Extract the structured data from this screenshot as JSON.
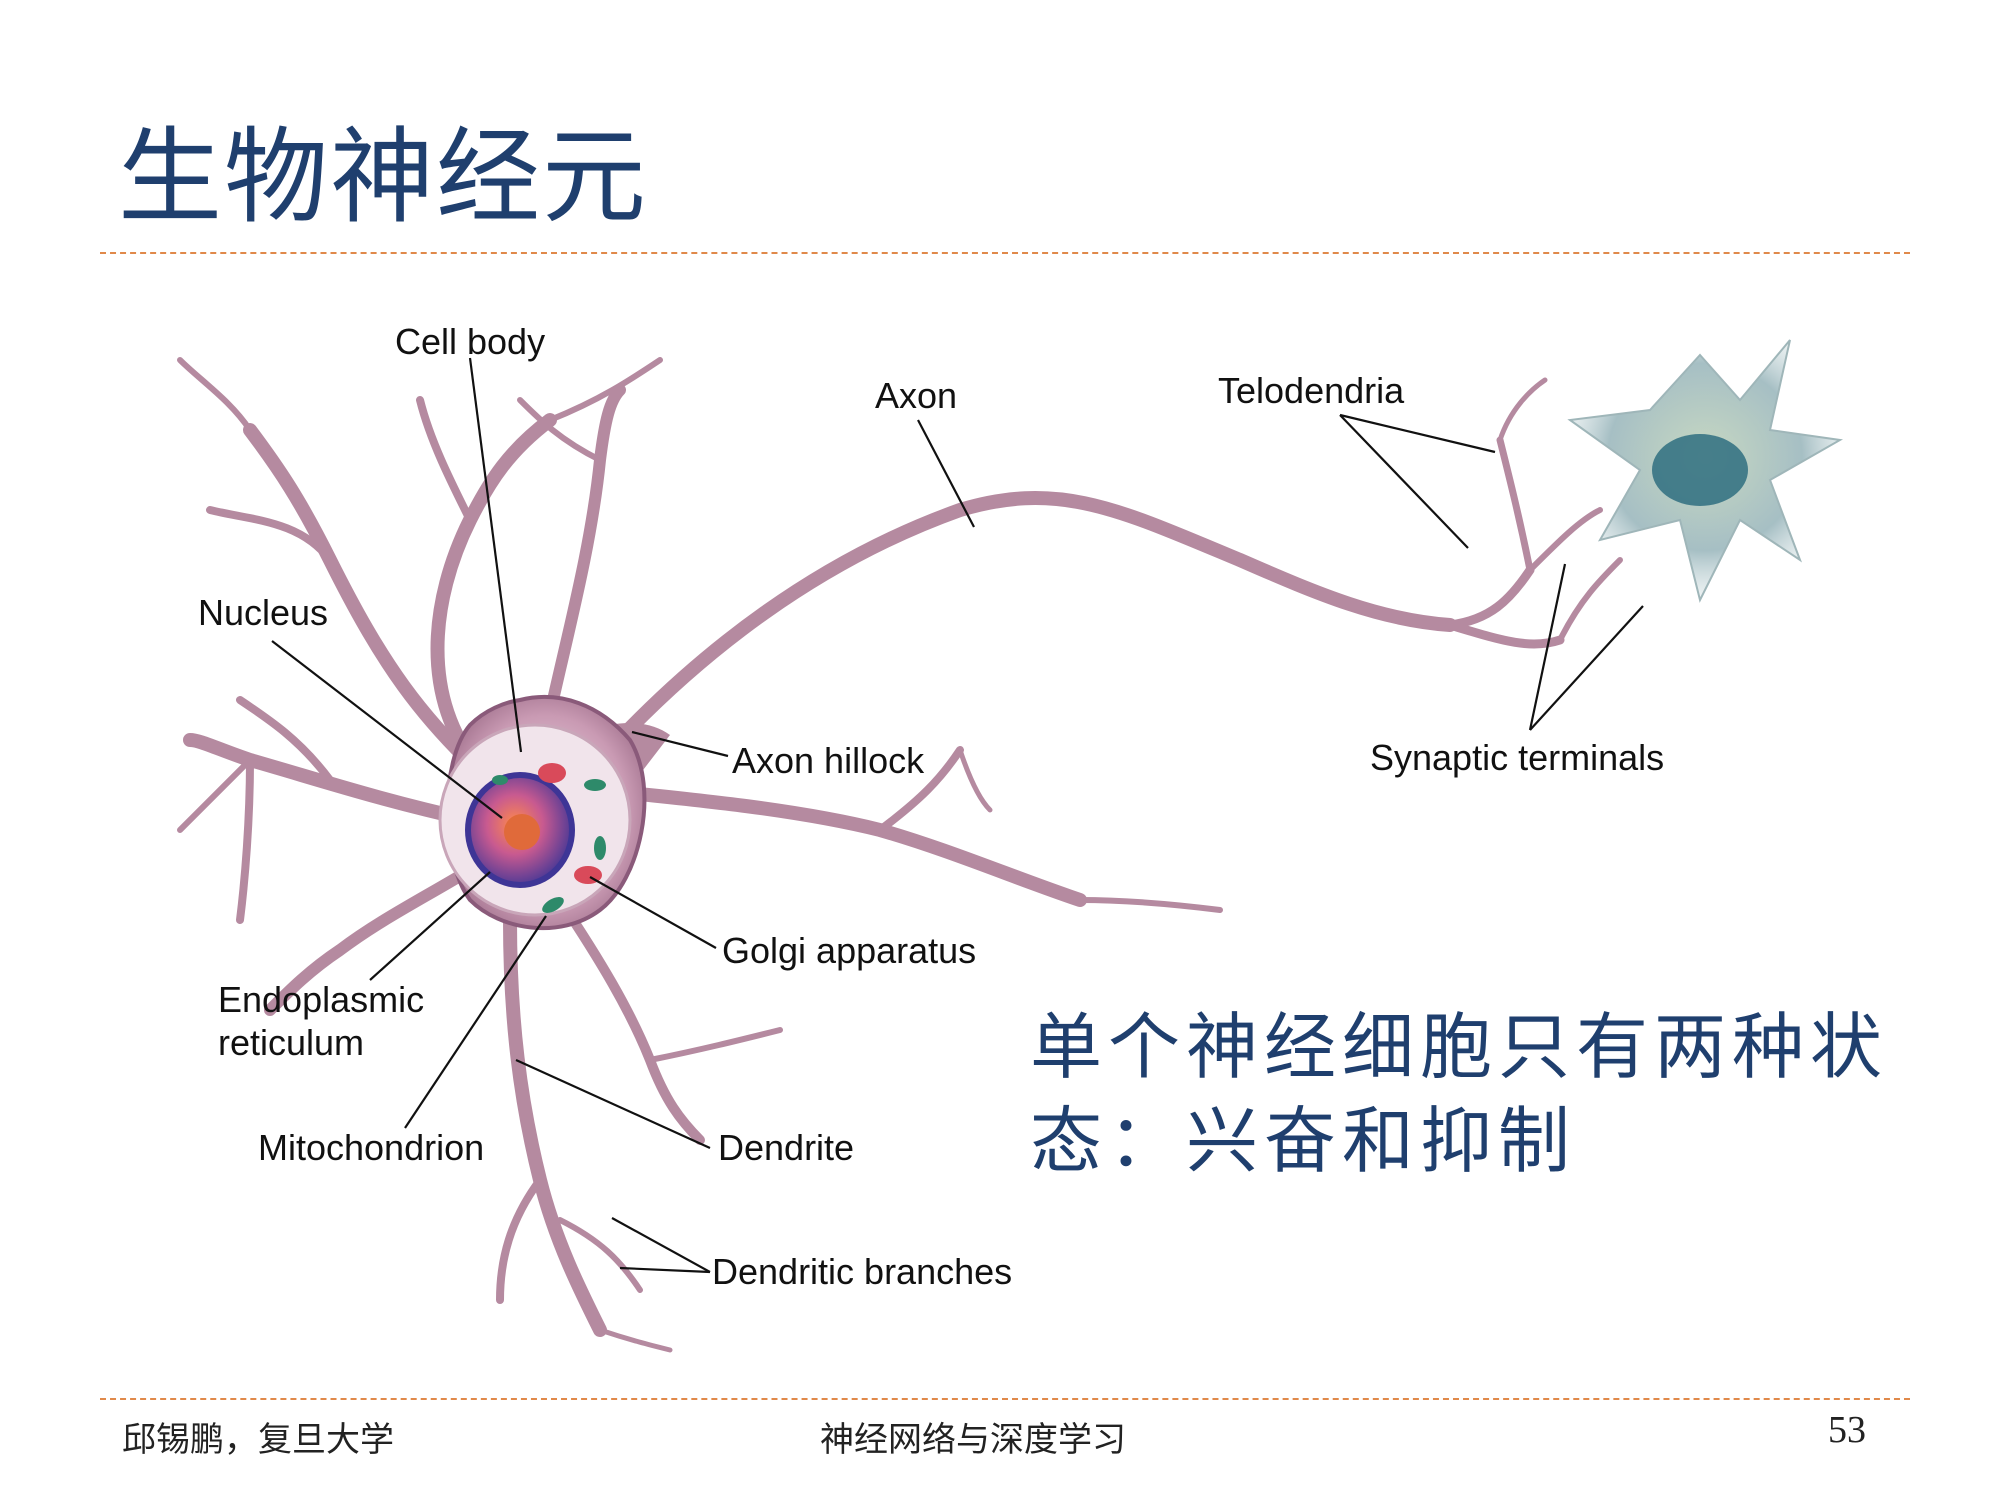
{
  "slide": {
    "title": "生物神经元",
    "note": "单个神经细胞只有两种状态：兴奋和抑制",
    "footer": {
      "author": "邱锡鹏，复旦大学",
      "course": "神经网络与深度学习",
      "page_number": "53"
    }
  },
  "diagram": {
    "labels": {
      "cell_body": "Cell body",
      "axon": "Axon",
      "telodendria": "Telodendria",
      "nucleus": "Nucleus",
      "axon_hillock": "Axon hillock",
      "synaptic_terminals": "Synaptic terminals",
      "golgi_apparatus": "Golgi apparatus",
      "endoplasmic_1": "Endoplasmic",
      "endoplasmic_2": "reticulum",
      "mitochondrion": "Mitochondrion",
      "dendrite": "Dendrite",
      "dendritic_branches": "Dendritic branches"
    },
    "colors": {
      "neuron_body": "#b58aa0",
      "neuron_edge": "#8a5a7a",
      "nucleus": "#4a3fa0",
      "nucleolus": "#e06a3a",
      "organelle_green": "#2e8a6a",
      "organelle_red": "#d94a5a",
      "target_cell": "#a9c4c9",
      "target_nucleus": "#2f6f80"
    }
  }
}
